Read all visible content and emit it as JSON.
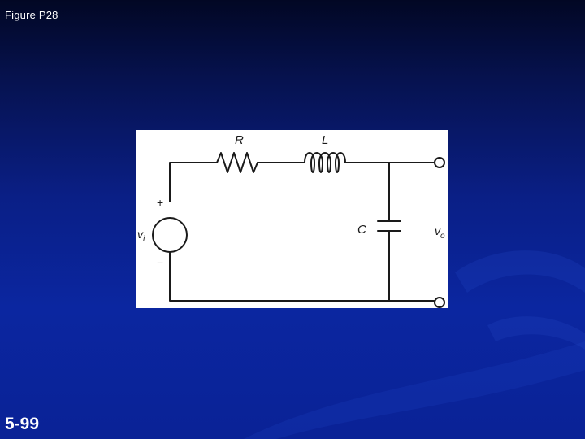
{
  "slide": {
    "figure_label": "Figure P28",
    "page_number": "5-99"
  },
  "circuit": {
    "resistor_label": "R",
    "inductor_label": "L",
    "capacitor_label": "C",
    "source_label": "v",
    "source_subscript": "i",
    "output_label": "v",
    "output_subscript": "o",
    "plus_sign": "+",
    "minus_sign": "−"
  }
}
